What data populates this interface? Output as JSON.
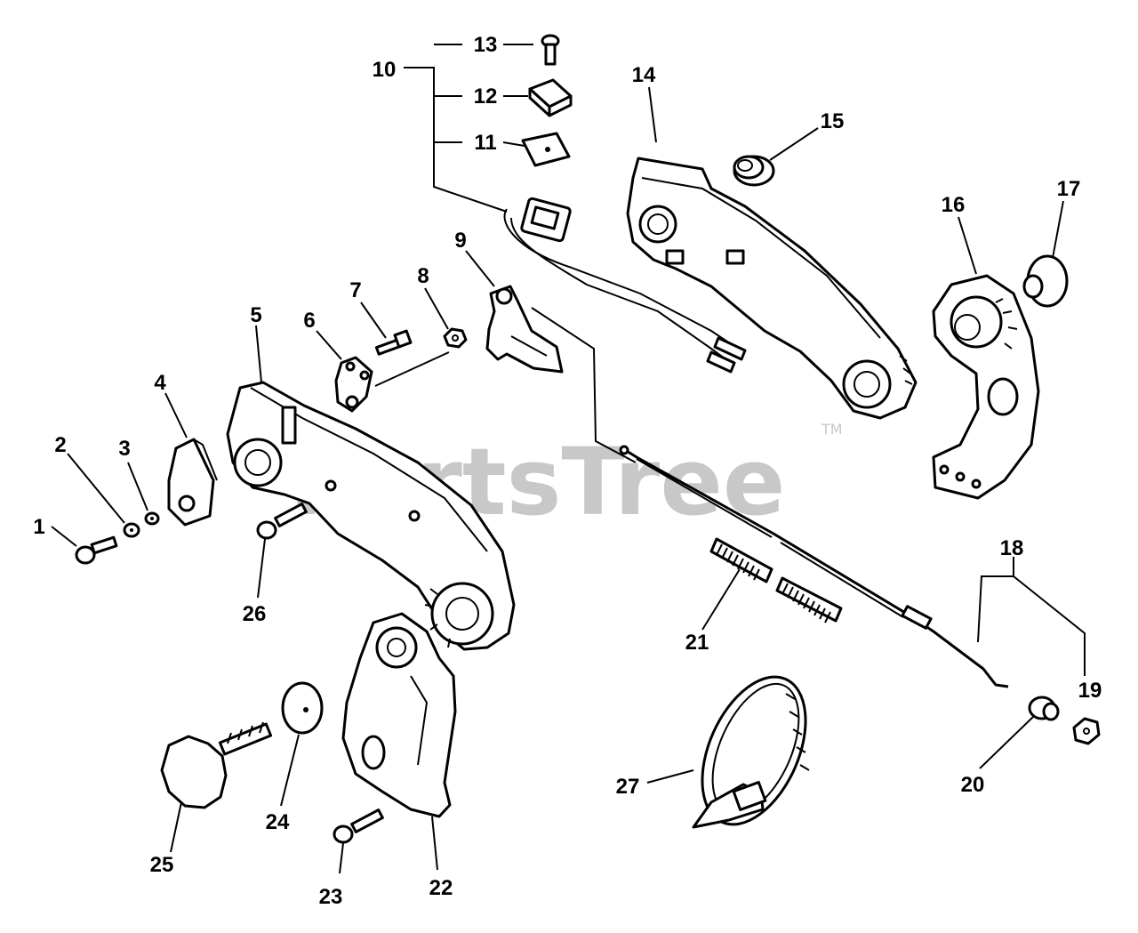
{
  "watermark": {
    "text": "PartsTree",
    "trademark": "TM"
  },
  "callouts": [
    {
      "id": "1",
      "label": "1"
    },
    {
      "id": "2",
      "label": "2"
    },
    {
      "id": "3",
      "label": "3"
    },
    {
      "id": "4",
      "label": "4"
    },
    {
      "id": "5",
      "label": "5"
    },
    {
      "id": "6",
      "label": "6"
    },
    {
      "id": "7",
      "label": "7"
    },
    {
      "id": "8",
      "label": "8"
    },
    {
      "id": "9",
      "label": "9"
    },
    {
      "id": "10",
      "label": "10"
    },
    {
      "id": "11",
      "label": "11"
    },
    {
      "id": "12",
      "label": "12"
    },
    {
      "id": "13",
      "label": "13"
    },
    {
      "id": "14",
      "label": "14"
    },
    {
      "id": "15",
      "label": "15"
    },
    {
      "id": "16",
      "label": "16"
    },
    {
      "id": "17",
      "label": "17"
    },
    {
      "id": "18",
      "label": "18"
    },
    {
      "id": "19",
      "label": "19"
    },
    {
      "id": "20",
      "label": "20"
    },
    {
      "id": "21",
      "label": "21"
    },
    {
      "id": "22",
      "label": "22"
    },
    {
      "id": "23",
      "label": "23"
    },
    {
      "id": "24",
      "label": "24"
    },
    {
      "id": "25",
      "label": "25"
    },
    {
      "id": "26",
      "label": "26"
    },
    {
      "id": "27",
      "label": "27"
    }
  ]
}
